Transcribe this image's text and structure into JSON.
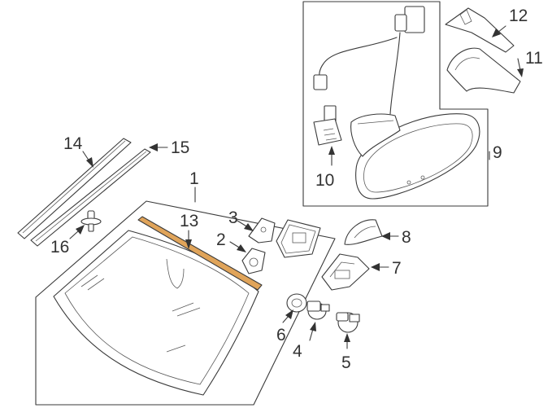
{
  "callouts": {
    "c1": "1",
    "c2": "2",
    "c3": "3",
    "c4": "4",
    "c5": "5",
    "c6": "6",
    "c7": "7",
    "c8": "8",
    "c9": "9",
    "c10": "10",
    "c11": "11",
    "c12": "12",
    "c13": "13",
    "c14": "14",
    "c15": "15",
    "c16": "16"
  },
  "colors": {
    "highlight_strip": "#e0a45a",
    "line": "#3a3a3a"
  }
}
